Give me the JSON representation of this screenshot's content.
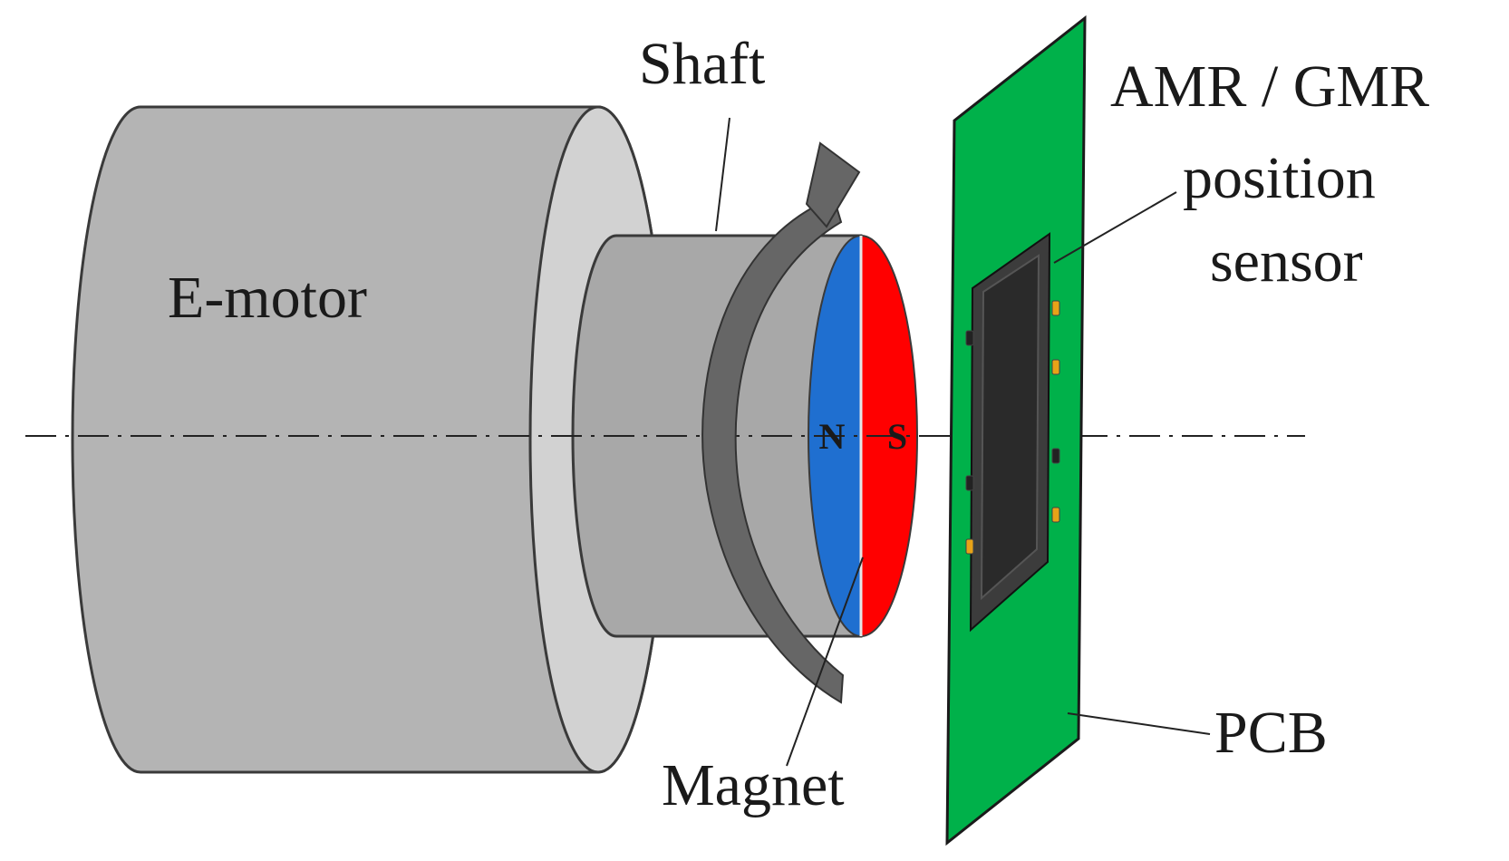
{
  "labels": {
    "motor": "E-motor",
    "shaft": "Shaft",
    "sensor_line1": "AMR / GMR",
    "sensor_line2": "position",
    "sensor_line3": "sensor",
    "pcb": "PCB",
    "magnet": "Magnet",
    "north_pole": "N",
    "south_pole": "S"
  },
  "colors": {
    "motor_body": "#b4b4b4",
    "motor_face": "#d2d2d2",
    "shaft": "#a8a8a8",
    "magnet_north": "#1f6fd0",
    "magnet_south": "#ff0000",
    "pcb": "#00b14a",
    "sensor_chip": "#3c3c3c",
    "sensor_pins": "#e8a317",
    "rotation_arrow": "#666666"
  }
}
